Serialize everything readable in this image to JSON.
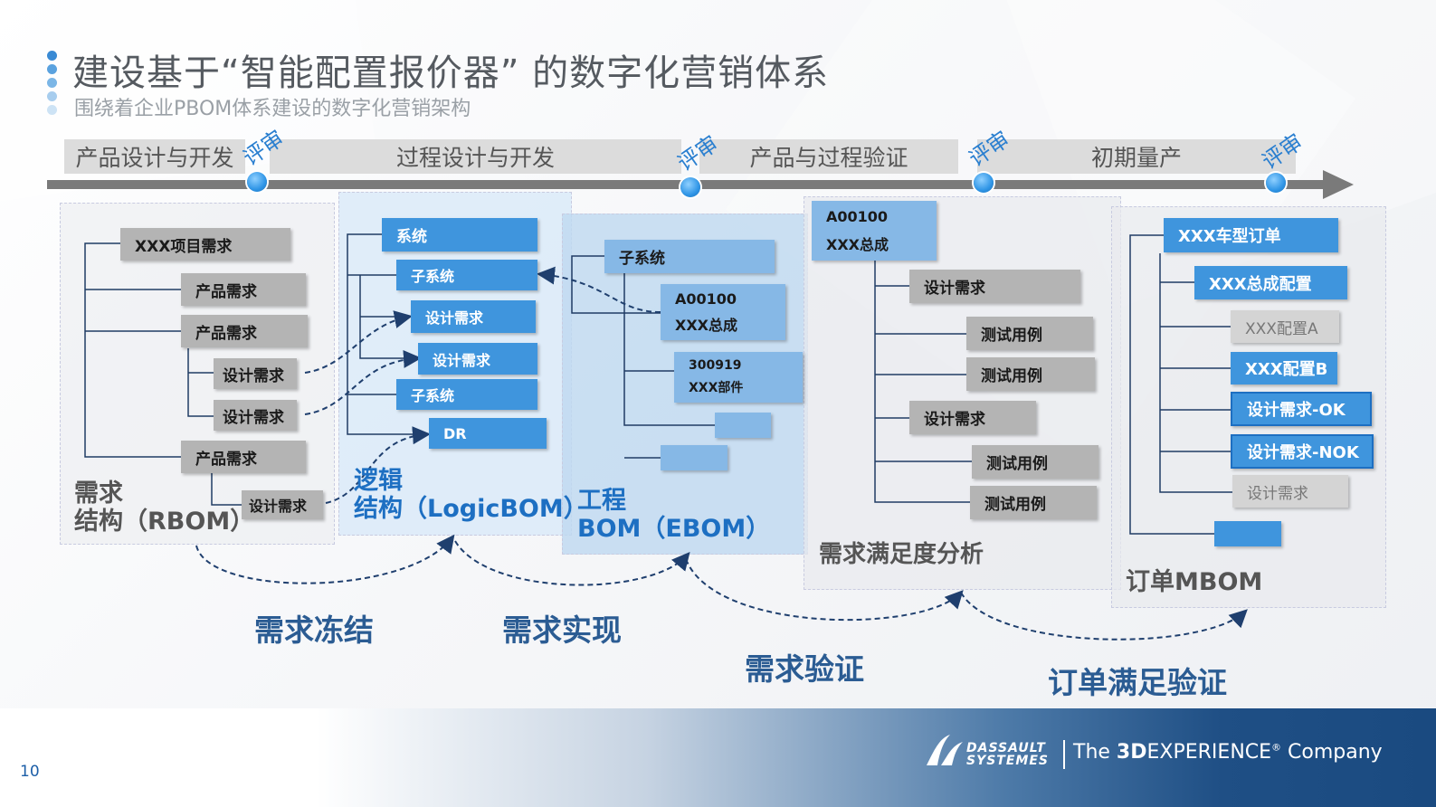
{
  "title": "建设基于“智能配置报价器” 的数字化营销体系",
  "subtitle": "围绕着企业PBOM体系建设的数字化营销架构",
  "phases": [
    "产品设计与开发",
    "过程设计与开发",
    "产品与过程验证",
    "初期量产"
  ],
  "review_label": "评审",
  "rbom": {
    "label_line1": "需求",
    "label_line2": "结构（RBOM）",
    "items": [
      "XXX项目需求",
      "产品需求",
      "产品需求",
      "设计需求",
      "设计需求",
      "产品需求",
      "设计需求"
    ]
  },
  "logicbom": {
    "label_line1": "逻辑",
    "label_line2": "结构（LogicBOM）",
    "items": [
      "系统",
      "子系统",
      "设计需求",
      "设计需求",
      "子系统",
      "DR"
    ]
  },
  "ebom": {
    "label_line1": "工程",
    "label_line2": "BOM（EBOM）",
    "items": [
      "子系统",
      "A00100",
      "XXX总成",
      "300919",
      "XXX部件"
    ]
  },
  "analysis": {
    "label": "需求满足度分析",
    "items": [
      "A00100",
      "XXX总成",
      "设计需求",
      "测试用例",
      "测试用例",
      "设计需求",
      "测试用例",
      "测试用例"
    ]
  },
  "mbom": {
    "label": "订单MBOM",
    "items": [
      "XXX车型订单",
      "XXX总成配置",
      "XXX配置A",
      "XXX配置B",
      "设计需求-OK",
      "设计需求-NOK",
      "设计需求"
    ]
  },
  "flows": [
    "需求冻结",
    "需求实现",
    "需求验证",
    "订单满足验证"
  ],
  "footer": {
    "page_number": "10",
    "brand_line1": "DASSAULT",
    "brand_line2": "SYSTEMES",
    "tagline_prefix": "The ",
    "tagline_bold": "3D",
    "tagline_main": "EXPERIENCE",
    "tagline_reg": "®",
    "tagline_suffix": " Company"
  },
  "colors": {
    "accent_blue": "#3f95dd",
    "light_blue": "#86b8e6",
    "grey_box": "#b4b4b4",
    "label_blue": "#1d6fc2",
    "flow_text": "#2b5c93"
  }
}
